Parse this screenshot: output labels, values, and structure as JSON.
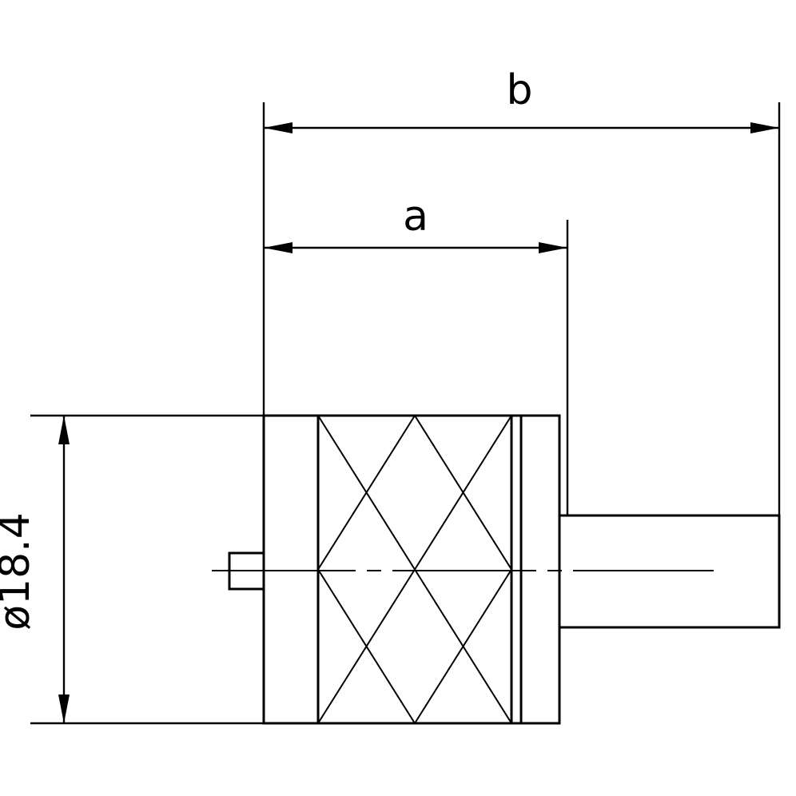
{
  "drawing": {
    "labels": {
      "dim_b": "b",
      "dim_a": "a",
      "dim_diameter": "ø18.4"
    },
    "colors": {
      "line": "#000000",
      "background": "#ffffff"
    }
  }
}
